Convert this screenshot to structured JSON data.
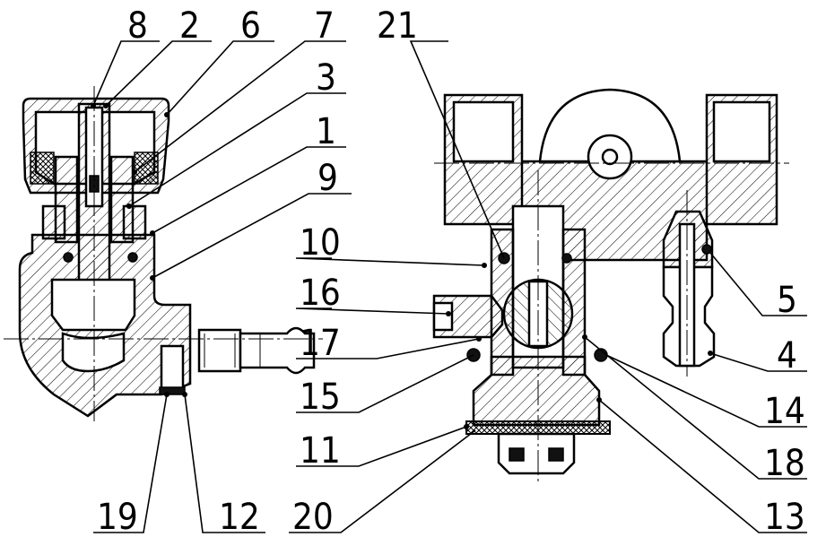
{
  "callouts": [
    {
      "id": "c8",
      "text": "8"
    },
    {
      "id": "c2",
      "text": "2"
    },
    {
      "id": "c6",
      "text": "6"
    },
    {
      "id": "c7",
      "text": "7"
    },
    {
      "id": "c3",
      "text": "3"
    },
    {
      "id": "c1",
      "text": "1"
    },
    {
      "id": "c9",
      "text": "9"
    },
    {
      "id": "c21",
      "text": "21"
    },
    {
      "id": "c10",
      "text": "10"
    },
    {
      "id": "c16",
      "text": "16"
    },
    {
      "id": "c17",
      "text": "17"
    },
    {
      "id": "c15",
      "text": "15"
    },
    {
      "id": "c11",
      "text": "11"
    },
    {
      "id": "c19",
      "text": "19"
    },
    {
      "id": "c12",
      "text": "12"
    },
    {
      "id": "c20",
      "text": "20"
    },
    {
      "id": "c5",
      "text": "5"
    },
    {
      "id": "c4",
      "text": "4"
    },
    {
      "id": "c14",
      "text": "14"
    },
    {
      "id": "c18",
      "text": "18"
    },
    {
      "id": "c13",
      "text": "13"
    }
  ]
}
